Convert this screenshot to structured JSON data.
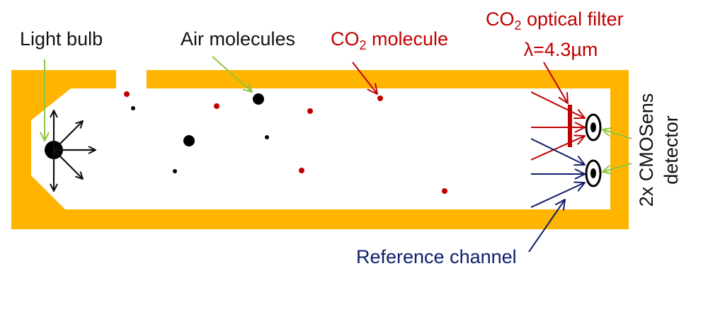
{
  "colors": {
    "housing": "#FFB400",
    "co2": "#C00000",
    "reference": "#0F1E6B",
    "pointer": "#8CC63E",
    "text": "#111111",
    "background": "#FFFFFF"
  },
  "labels": {
    "light_bulb": "Light bulb",
    "air_molecules": "Air molecules",
    "co2_molecule": {
      "main": "CO",
      "subscript": "2",
      "tail": " molecule"
    },
    "co2_filter": {
      "main": "CO",
      "subscript": "2",
      "tail": " optical filter",
      "wavelength": "λ=4.3µm"
    },
    "detector": {
      "line1": "2x CMOSens",
      "line2": "detector"
    },
    "reference_channel": "Reference channel"
  },
  "icons": {
    "bulb": "light-bulb-icon",
    "detectors": "detector-eye-icon",
    "filter": "optical-filter-icon"
  }
}
